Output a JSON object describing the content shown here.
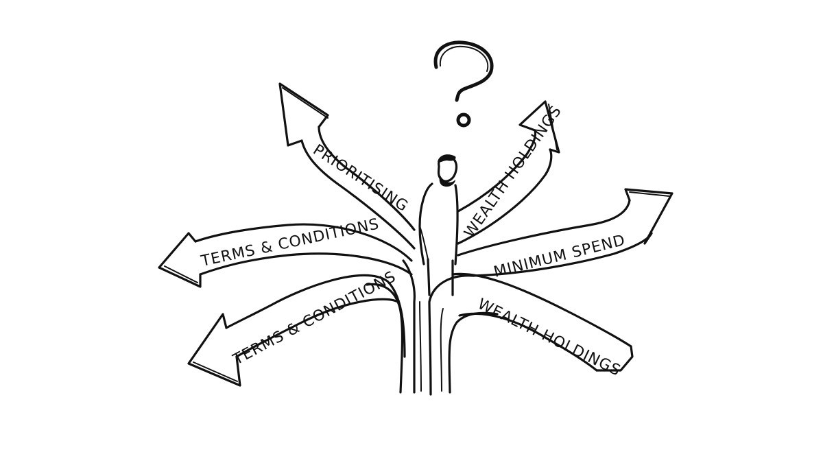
{
  "illustration": {
    "question_mark": "?",
    "signs": [
      {
        "id": "prioritising",
        "label": "PRIORITISING"
      },
      {
        "id": "wealth-top",
        "label": "WEALTH HOLDINGS"
      },
      {
        "id": "terms-upper",
        "label": "TERMS & CONDITIONS"
      },
      {
        "id": "minimum-spend",
        "label": "MINIMUM SPEND"
      },
      {
        "id": "terms-lower",
        "label": "TERMS & CONDITIONS"
      },
      {
        "id": "wealth-bottom",
        "label": "WEALTH HOLDINGS"
      }
    ]
  }
}
